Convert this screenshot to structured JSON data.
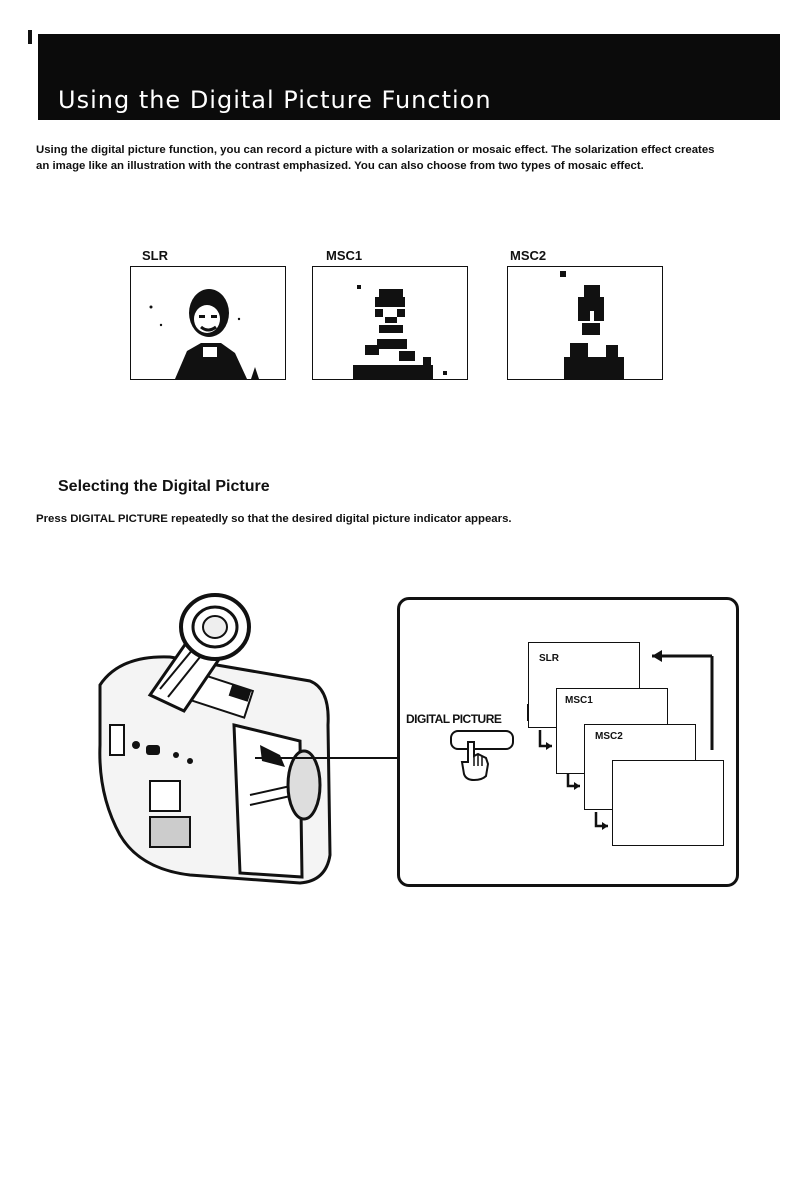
{
  "page": {
    "title": "Using the Digital Picture Function",
    "intro": "Using the digital picture function, you can record a picture with a solarization or mosaic effect. The solarization effect creates an image like an illustration with the contrast emphasized. You can also choose from two types of mosaic effect."
  },
  "samples": [
    {
      "label": "SLR"
    },
    {
      "label": "MSC1"
    },
    {
      "label": "MSC2"
    }
  ],
  "section": {
    "heading": "Selecting the Digital Picture",
    "instruction": "Press DIGITAL PICTURE repeatedly so that the desired digital picture indicator appears."
  },
  "diagram": {
    "button_label": "DIGITAL PICTURE",
    "modes": [
      "SLR",
      "MSC1",
      "MSC2"
    ]
  }
}
